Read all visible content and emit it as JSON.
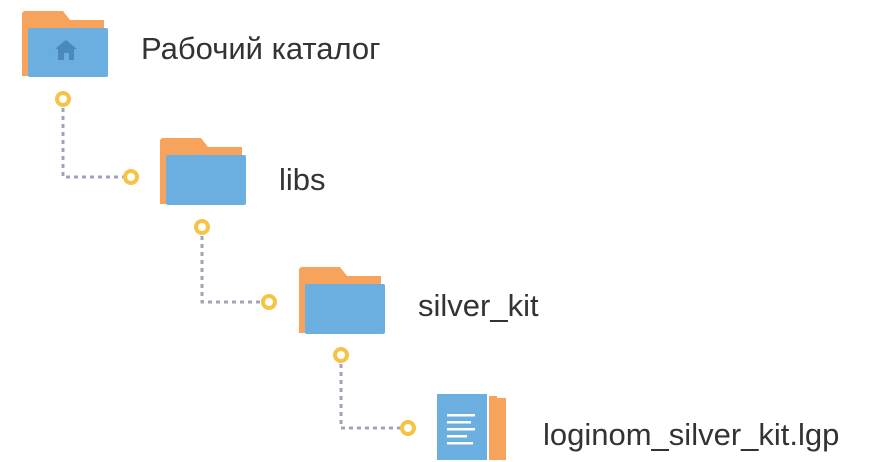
{
  "tree": {
    "nodes": [
      {
        "label": "Рабочий каталог",
        "icon": "home-folder-icon"
      },
      {
        "label": "libs",
        "icon": "folder-icon"
      },
      {
        "label": "silver_kit",
        "icon": "folder-icon"
      },
      {
        "label": "loginom_silver_kit.lgp",
        "icon": "document-stack-icon"
      }
    ]
  },
  "colors": {
    "folder_back": "#F7A35C",
    "folder_front": "#6BAEE0",
    "connector_dot": "#F6C344",
    "connector_line": "#A0A4B8",
    "text": "#333333"
  }
}
